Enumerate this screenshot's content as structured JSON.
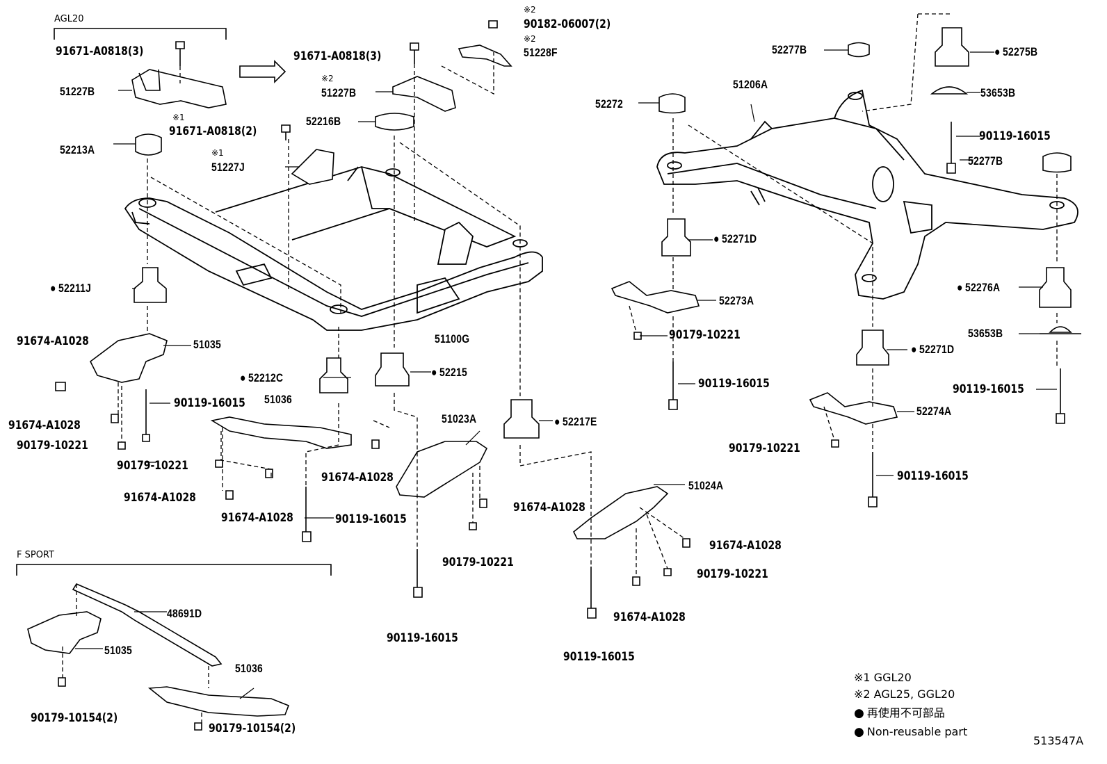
{
  "figure_id": "513547A",
  "sections": {
    "agl20": "AGL20",
    "f_sport": "F SPORT"
  },
  "notes": {
    "n1": "※1",
    "n2": "※2"
  },
  "legend": {
    "note1": "※1 GGL20",
    "note2": "※2 AGL25, GGL20",
    "nonreusable_jp": "再使用不可部品",
    "nonreusable_en": "Non-reusable part"
  },
  "parts": {
    "p91671_3": "91671-A0818(3)",
    "p51227B": "51227B",
    "p91671_2": "91671-A0818(2)",
    "p51227J": "51227J",
    "p52213A": "52213A",
    "p52211J": "52211J",
    "p91674": "91674-A1028",
    "p51035": "51035",
    "p90119": "90119-16015",
    "p90179_221": "90179-10221",
    "p90182": "90182-06007(2)",
    "p51228F": "51228F",
    "p52216B": "52216B",
    "p52212C": "52212C",
    "p52215": "52215",
    "p51036": "51036",
    "p51100G": "51100G",
    "p51023A": "51023A",
    "p52217E": "52217E",
    "p51024A": "51024A",
    "p48691D": "48691D",
    "p90179_154": "90179-10154(2)",
    "p52277B": "52277B",
    "p52275B": "52275B",
    "p51206A": "51206A",
    "p52272": "52272",
    "p53653B": "53653B",
    "p52271D": "52271D",
    "p52273A": "52273A",
    "p52276A": "52276A",
    "p52274A": "52274A"
  }
}
